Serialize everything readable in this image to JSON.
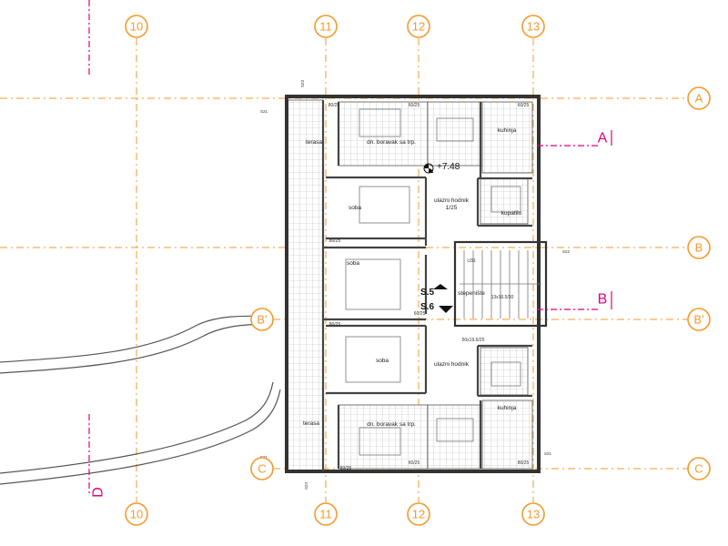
{
  "grid_axes": {
    "vertical": [
      "10",
      "11",
      "12",
      "13"
    ],
    "horizontal": [
      "A",
      "B",
      "B'",
      "C"
    ]
  },
  "rooms": {
    "kitchen_top": "kuhinja",
    "living_top": "dn. boravak sa trp.",
    "terrace_top": "terasa",
    "room1": "soba",
    "hall_top": "ulazni hodnik",
    "hall_top_sub": "1/25",
    "bathroom": "kupatilo",
    "stairs": "stepenište",
    "room2": "soba",
    "room3": "soba",
    "hall_bottom": "ulazni hodnik",
    "kitchen_bottom": "kuhinja",
    "living_bottom": "dn. boravak sa trp.",
    "terrace_bottom": "terasa"
  },
  "level": "+7.48",
  "sections": {
    "A": "A",
    "B": "B",
    "D": "D",
    "S5": "S.5",
    "S6": "S.6"
  },
  "labels": {
    "u31": "U31",
    "s21_top": "S21",
    "s22": "S22",
    "s21_right": "S21",
    "s21_left_top": "S21",
    "s21_left_bottom": "S21",
    "s23_top": "S23",
    "s23_bottom": "S23",
    "stairs_dim": "13x16.5/30",
    "stairs_dim2": "50x19.6/25",
    "dim_80_25_a": "80/25",
    "dim_80_25_b": "80/25",
    "dim_80_25_c": "80/25",
    "dim_60_25_a": "60/25",
    "dim_60_25_b": "60/25",
    "dim_60_25_c": "60/25",
    "dim_60_25_d": "60/25",
    "dim_80_25_d": "80/25",
    "dim_80_25_e": "80/25"
  }
}
